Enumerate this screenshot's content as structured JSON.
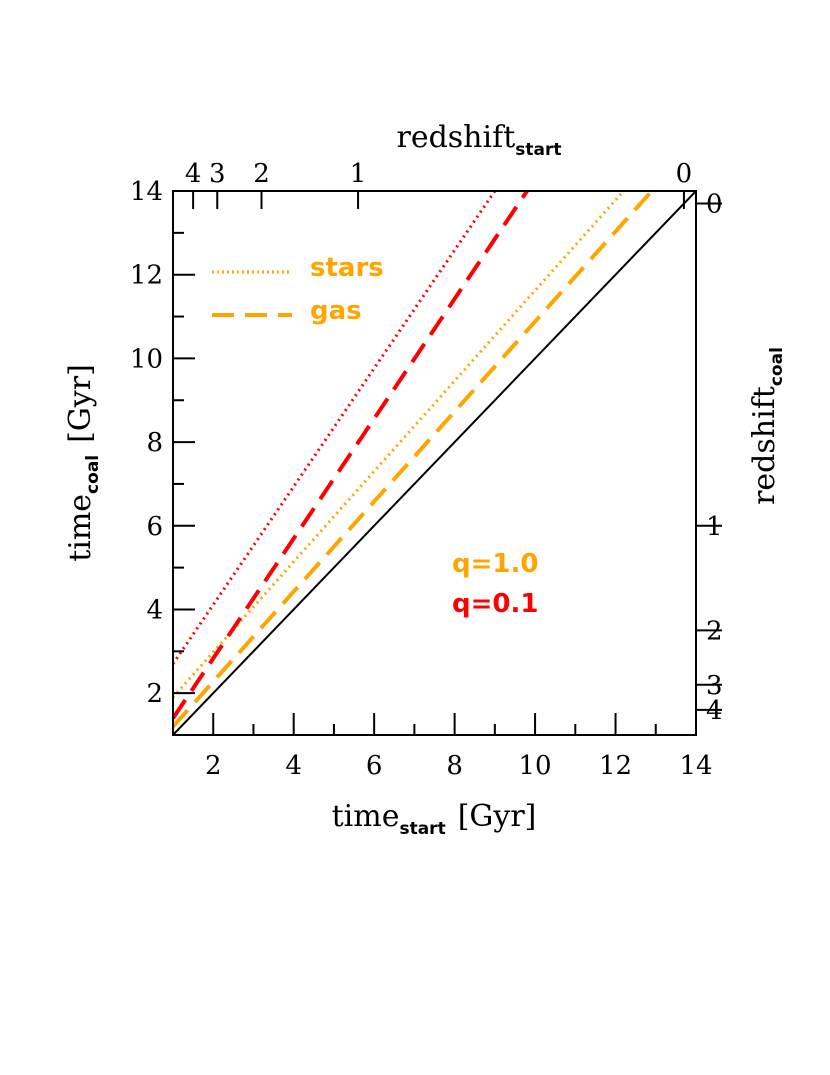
{
  "colors": {
    "q10": "#ffa500",
    "q01": "#ff0000",
    "axis": "#000000",
    "background": "#ffffff"
  },
  "chart_data": {
    "type": "line",
    "xlabel": {
      "main": "time",
      "sub": "start",
      "unit": "[Gyr]"
    },
    "ylabel": {
      "main": "time",
      "sub": "coal",
      "unit": "[Gyr]"
    },
    "top_label": {
      "main": "redshift",
      "sub": "start"
    },
    "right_label": {
      "main": "redshift",
      "sub": "coal"
    },
    "xlim": [
      1,
      14
    ],
    "ylim": [
      1,
      14
    ],
    "x_ticks": [
      2,
      4,
      6,
      8,
      10,
      12,
      14
    ],
    "y_ticks": [
      2,
      4,
      6,
      8,
      10,
      12,
      14
    ],
    "top_ticks": [
      {
        "label": "4",
        "time": 1.5
      },
      {
        "label": "3",
        "time": 2.1
      },
      {
        "label": "2",
        "time": 3.2
      },
      {
        "label": "1",
        "time": 5.6
      },
      {
        "label": "0",
        "time": 13.7
      }
    ],
    "right_ticks": [
      {
        "label": "0",
        "time": 13.7
      },
      {
        "label": "1",
        "time": 6.0
      },
      {
        "label": "2",
        "time": 3.5
      },
      {
        "label": "3",
        "time": 2.2
      },
      {
        "label": "4",
        "time": 1.6
      }
    ],
    "grid": false,
    "legend_position": "top-left",
    "legend": [
      {
        "label": "stars",
        "style": "dotted"
      },
      {
        "label": "gas",
        "style": "dashed"
      }
    ],
    "annotations": [
      {
        "text": "q=1.0",
        "color": "#ffa500"
      },
      {
        "text": "q=0.1",
        "color": "#ff0000"
      }
    ],
    "series": [
      {
        "q": "1.0",
        "component": "stars",
        "color": "#ffa500",
        "style": "dotted",
        "x": [
          1,
          12.2
        ],
        "y": [
          1.9,
          14
        ]
      },
      {
        "q": "1.0",
        "component": "gas",
        "color": "#ffa500",
        "style": "dashed",
        "x": [
          1,
          12.9
        ],
        "y": [
          1.2,
          14
        ]
      },
      {
        "q": "0.1",
        "component": "stars",
        "color": "#ff0000",
        "style": "dotted",
        "x": [
          1,
          9.0
        ],
        "y": [
          2.7,
          14
        ]
      },
      {
        "q": "0.1",
        "component": "gas",
        "color": "#ff0000",
        "style": "dashed",
        "x": [
          1,
          9.8
        ],
        "y": [
          1.4,
          14
        ]
      },
      {
        "component": "equality",
        "color": "#000000",
        "style": "solid",
        "x": [
          1,
          14
        ],
        "y": [
          1,
          14
        ]
      }
    ]
  }
}
